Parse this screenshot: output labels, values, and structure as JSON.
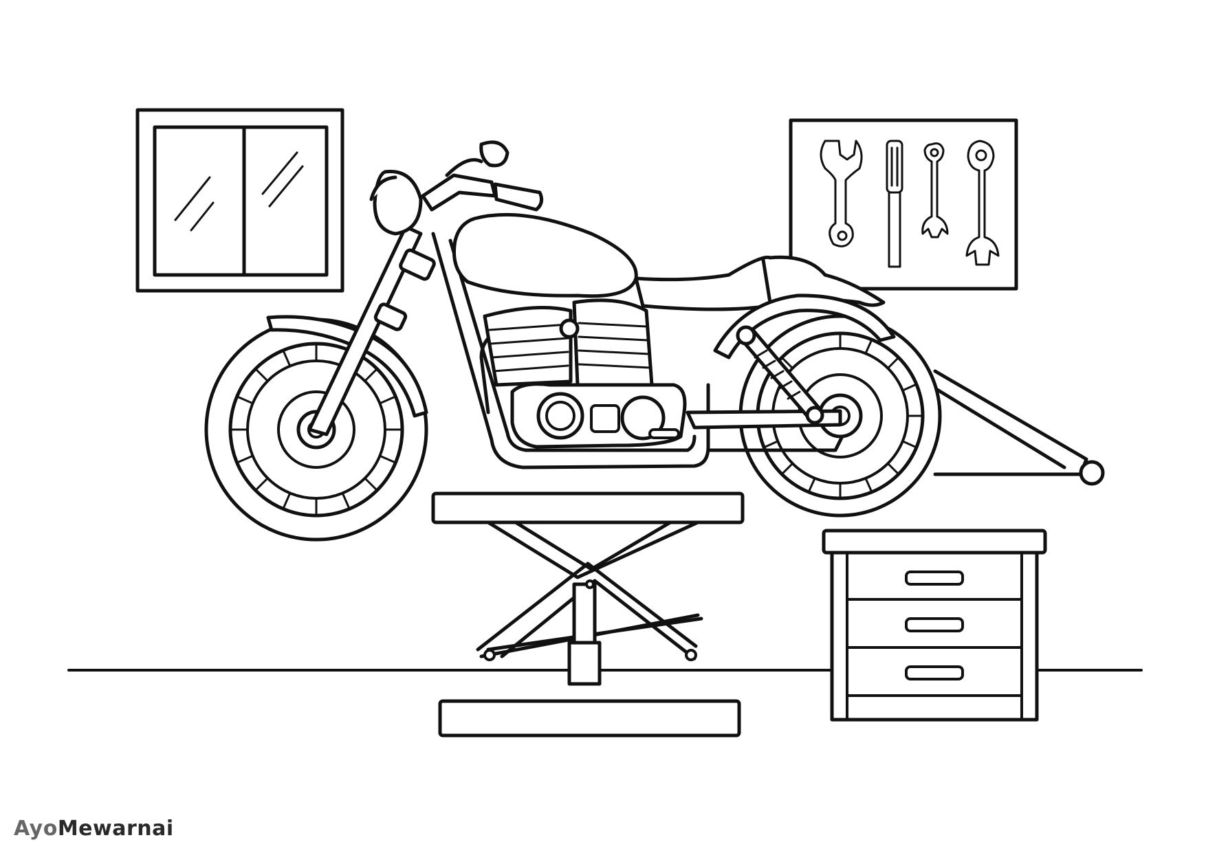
{
  "brand": {
    "part1": "Ayo",
    "part2": "Mewarnai"
  },
  "colors": {
    "line": "#111111",
    "background": "#ffffff",
    "brand_ayo": "#666666",
    "brand_text": "#2a2a2a"
  },
  "scene_objects": [
    "window",
    "tool-board",
    "motorcycle",
    "scissor-lift",
    "drawer-cabinet",
    "floor-line",
    "rear-stand"
  ],
  "tool_icons": [
    "wrench-icon",
    "screwdriver-icon",
    "small-wrench-icon",
    "combination-wrench-icon"
  ]
}
